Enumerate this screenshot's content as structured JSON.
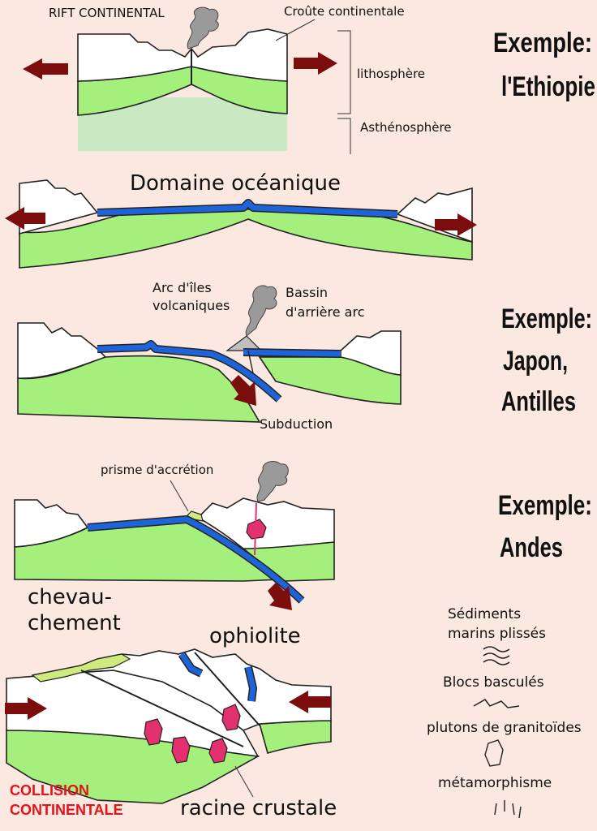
{
  "panel1": {
    "title": "RIFT CONTINENTAL",
    "crust_label": "Croûte continentale",
    "lithosphere_label": "lithosphère",
    "asthenosphere_label": "Asthénosphère",
    "example_line1": "Exemple:",
    "example_line2": "l'Ethiopie"
  },
  "panel2": {
    "title": "Domaine océanique"
  },
  "panel3": {
    "arc_label_line1": "Arc d'îles",
    "arc_label_line2": "volcaniques",
    "basin_label_line1": "Bassin",
    "basin_label_line2": "d'arrière arc",
    "subduction_label": "Subduction",
    "example_line1": "Exemple:",
    "example_line2": "Japon,",
    "example_line3": "Antilles"
  },
  "panel4": {
    "prism_label": "prisme d'accrétion",
    "example_line1": "Exemple:",
    "example_line2": "Andes"
  },
  "panel5": {
    "thrust_line1": "chevau-",
    "thrust_line2": "chement",
    "ophiolite_label": "ophiolite",
    "collision_line1": "COLLISION",
    "collision_line2": "CONTINENTALE",
    "root_label": "racine crustale"
  },
  "legend": {
    "sediments_line1": "Sédiments",
    "sediments_line2": "marins plissés",
    "blocks_label": "Blocs basculés",
    "plutons_label": "plutons de granitoïdes",
    "metamorphism_label": "métamorphisme"
  },
  "colors": {
    "background": "#fbe8e1",
    "mantle": "#a5f07d",
    "asthenosphere": "#c9e9c3",
    "oceanic_crust": "#1f63d8",
    "arrow": "#7b0d0d",
    "pluton": "#e3316f",
    "collision_title": "#e0141b"
  }
}
